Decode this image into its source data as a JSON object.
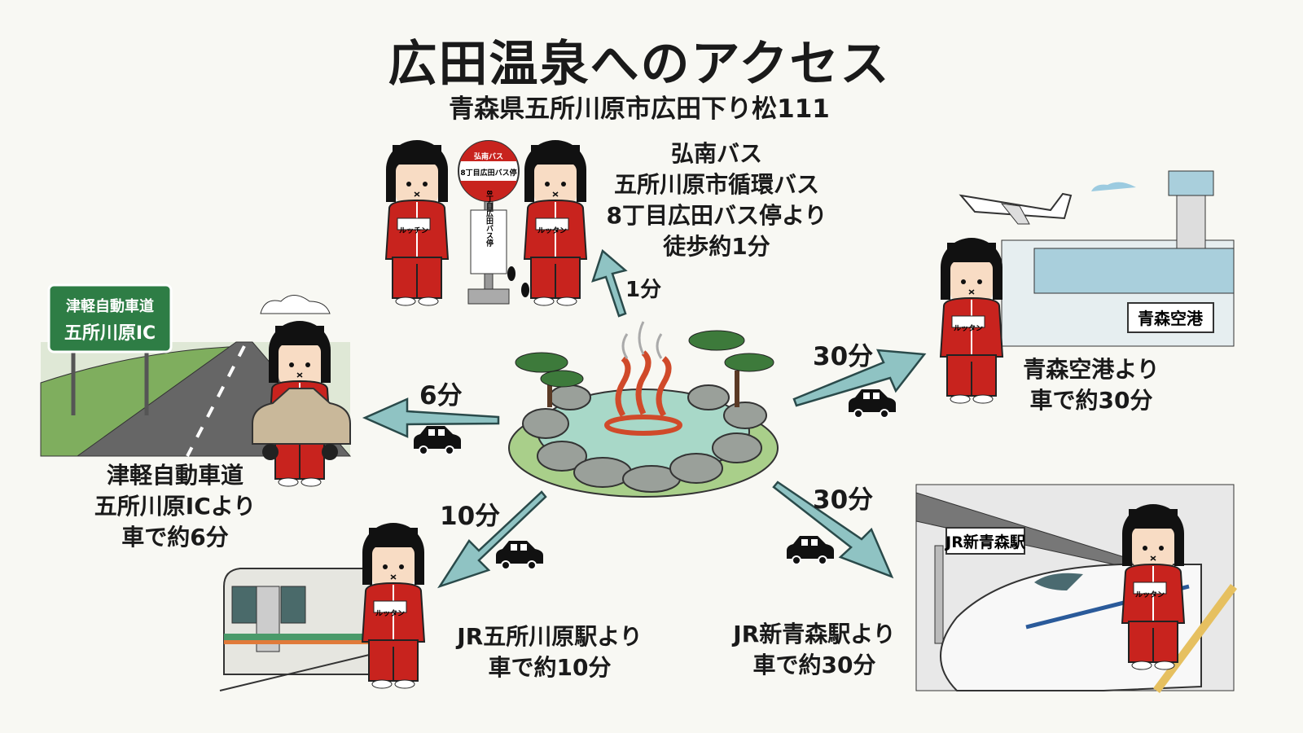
{
  "header": {
    "title": "広田温泉へのアクセス",
    "address": "青森県五所川原市広田下り松111"
  },
  "bus": {
    "sign_top": "弘南バス",
    "sign_bottom": "8丁目広田バス停",
    "pole_sign": "8丁目広田バス停",
    "caption": [
      "弘南バス",
      "五所川原市循環バス",
      "8丁目広田バス停より",
      "徒歩約1分"
    ],
    "time": "1分",
    "characters": [
      "ルッチン",
      "ルッタン"
    ]
  },
  "highway": {
    "sign": [
      "津軽自動車道",
      "五所川原IC"
    ],
    "caption": [
      "津軽自動車道",
      "五所川原ICより",
      "車で約6分"
    ],
    "time": "6分"
  },
  "airport": {
    "sign": "青森空港",
    "caption": [
      "青森空港より",
      "車で約30分"
    ],
    "time": "30分",
    "character": "ルッタン"
  },
  "goshogawara": {
    "caption": [
      "JR五所川原駅より",
      "車で約10分"
    ],
    "time": "10分",
    "character": "ルッタン"
  },
  "shinaomori": {
    "sign": "JR新青森駅",
    "caption": [
      "JR新青森駅より",
      "車で約30分"
    ],
    "time": "30分",
    "character": "ルッタン"
  },
  "colors": {
    "arrow": "#8fc3c3",
    "jacket": "#c8231e",
    "steam": "#d04a2a",
    "water": "#a8d8c8",
    "grass": "#7fae5e",
    "sign_green": "#2e7d45"
  }
}
